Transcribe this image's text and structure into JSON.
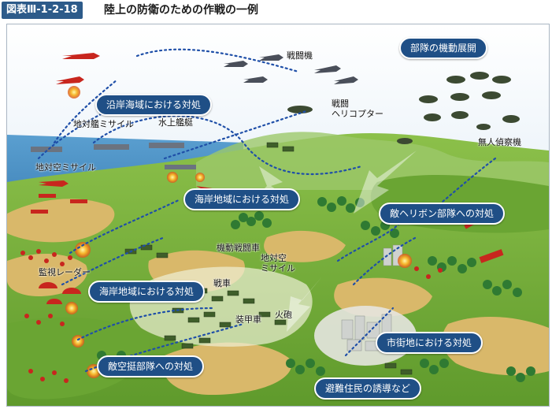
{
  "header": {
    "figure_tag": "図表Ⅲ-1-2-18",
    "title": "陸上の防衛のための作戦の一例"
  },
  "callouts": {
    "unit_mobility": "部隊の機動展開",
    "coastal_sea": "沿岸海域における対処",
    "coastal_area_1": "海岸地域における対処",
    "coastal_area_2": "海岸地域における対処",
    "enemy_heliborne": "敵ヘリボン部隊への対処",
    "urban_area": "市街地における対処",
    "enemy_airborne": "敵空挺部隊への対処",
    "evacuation": "避難住民の誘導など"
  },
  "labels": {
    "fighters": "戦闘機",
    "attack_heli": "戦闘\nヘリコプター",
    "ship_missile": "地対艦ミサイル",
    "surface_ship": "水上艦艇",
    "aa_missile": "地対空ミサイル",
    "uav": "無人偵察機",
    "ifv": "機動戦闘車",
    "sam_ground": "地対空\nミサイル",
    "radar": "監視レーダー",
    "tank": "戦車",
    "apc": "装甲車",
    "artillery": "火砲"
  },
  "colors": {
    "callout_fill": "#1f4f86",
    "sea": "#4a8ec2",
    "sky": "#cfe2f1",
    "grass": "#7bb23c",
    "sand": "#d9b86a",
    "tree": "#2f7a32",
    "enemy": "#c8261e",
    "route": "#1f4fa8"
  }
}
